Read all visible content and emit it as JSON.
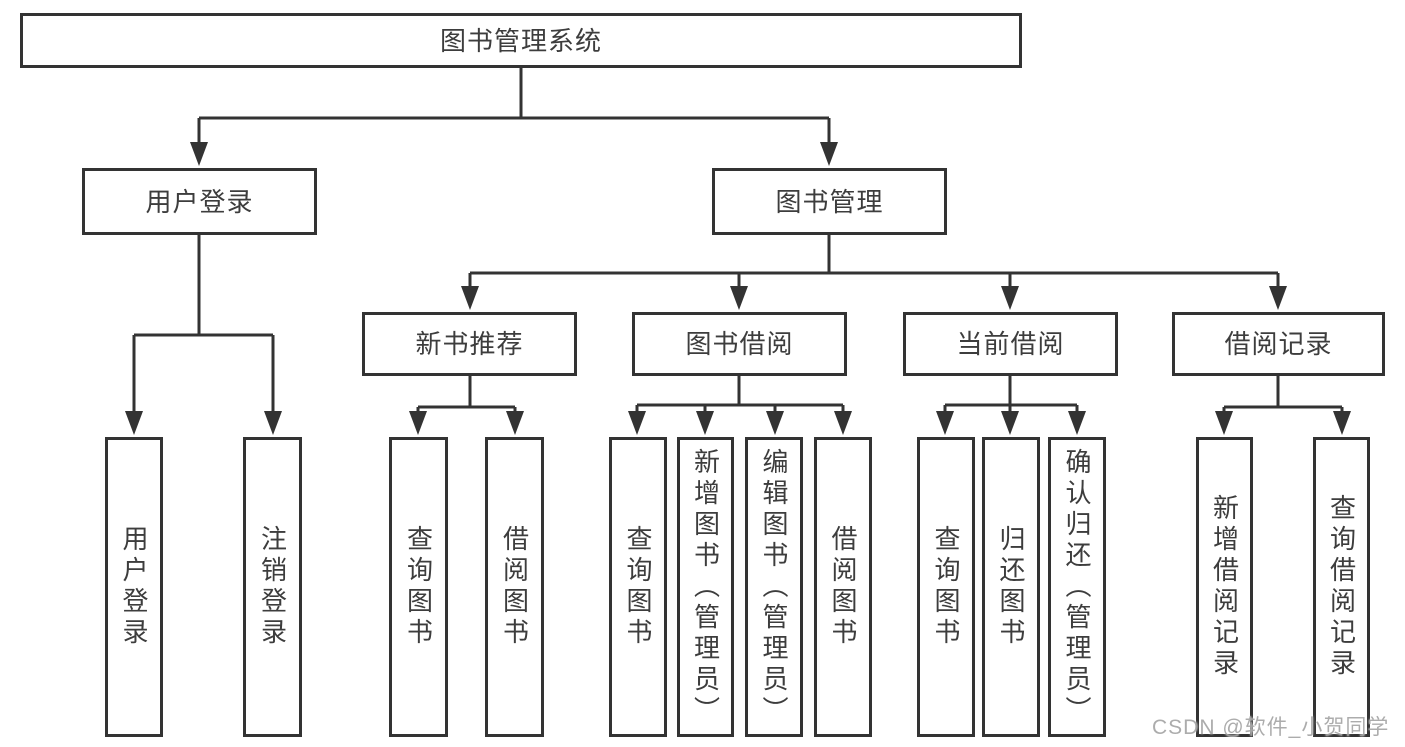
{
  "tree": {
    "label": "图书管理系统",
    "children": [
      {
        "label": "用户登录",
        "children": [
          {
            "label": "用户登录"
          },
          {
            "label": "注销登录"
          }
        ]
      },
      {
        "label": "图书管理",
        "children": [
          {
            "label": "新书推荐",
            "children": [
              {
                "label": "查询图书"
              },
              {
                "label": "借阅图书"
              }
            ]
          },
          {
            "label": "图书借阅",
            "children": [
              {
                "label": "查询图书"
              },
              {
                "label": "新增图书（管理员）"
              },
              {
                "label": "编辑图书（管理员）"
              },
              {
                "label": "借阅图书"
              }
            ]
          },
          {
            "label": "当前借阅",
            "children": [
              {
                "label": "查询图书"
              },
              {
                "label": "归还图书"
              },
              {
                "label": "确认归还（管理员）"
              }
            ]
          },
          {
            "label": "借阅记录",
            "children": [
              {
                "label": "新增借阅记录"
              },
              {
                "label": "查询借阅记录"
              }
            ]
          }
        ]
      }
    ]
  },
  "watermark": "CSDN @软件_小贺同学",
  "colors": {
    "line": "#333333",
    "node_text": "#3d3d3d",
    "node_background": "#ffffff",
    "page_background": "#ffffff",
    "watermark": "#9e9e9e"
  }
}
